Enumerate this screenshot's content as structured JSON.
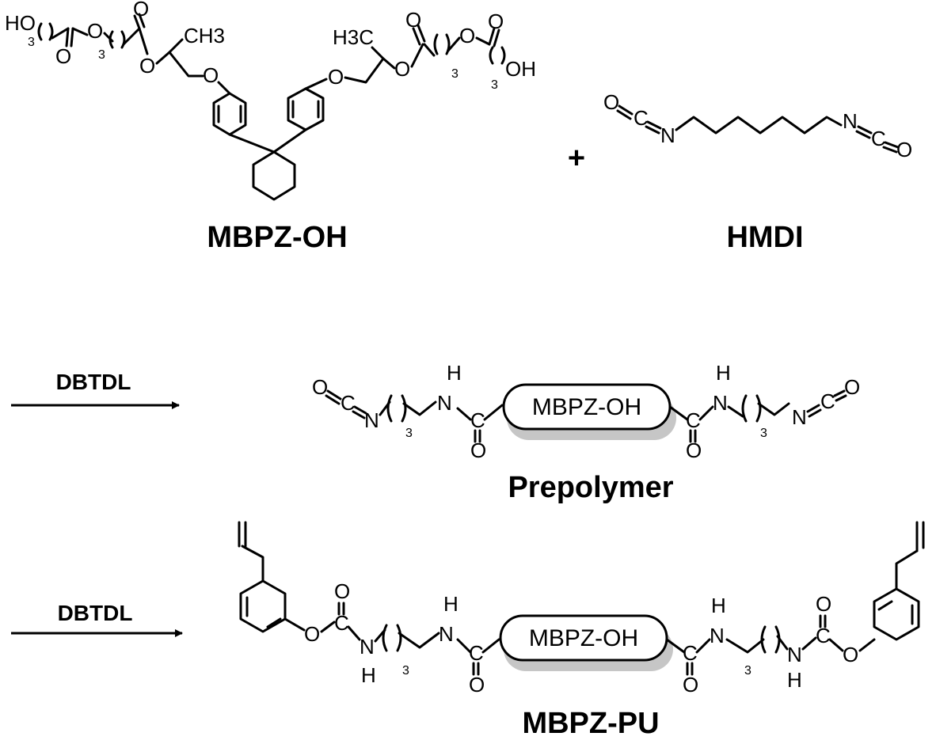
{
  "reactants": {
    "diol": {
      "name": "MBPZ-OH",
      "atoms": {
        "hydroxyl": "HO",
        "hydroxyl_right": "OH",
        "oxygen": "O",
        "methyl": "CH3",
        "methyl_left": "H3C",
        "count": "3"
      }
    },
    "plus": "+",
    "diisocyanate": {
      "name": "HMDI",
      "atoms": {
        "oxygen": "O",
        "carbon": "C",
        "nitrogen": "N"
      }
    }
  },
  "step1": {
    "reagent": "DBTDL",
    "product": "Prepolymer",
    "core_label": "MBPZ-OH",
    "atoms": {
      "O": "O",
      "C": "C",
      "N": "N",
      "H": "H",
      "count": "3"
    }
  },
  "step2": {
    "reagent": "DBTDL",
    "product": "MBPZ-PU",
    "core_label": "MBPZ-OH",
    "atoms": {
      "O": "O",
      "C": "C",
      "N": "N",
      "H": "H",
      "count": "3"
    }
  }
}
